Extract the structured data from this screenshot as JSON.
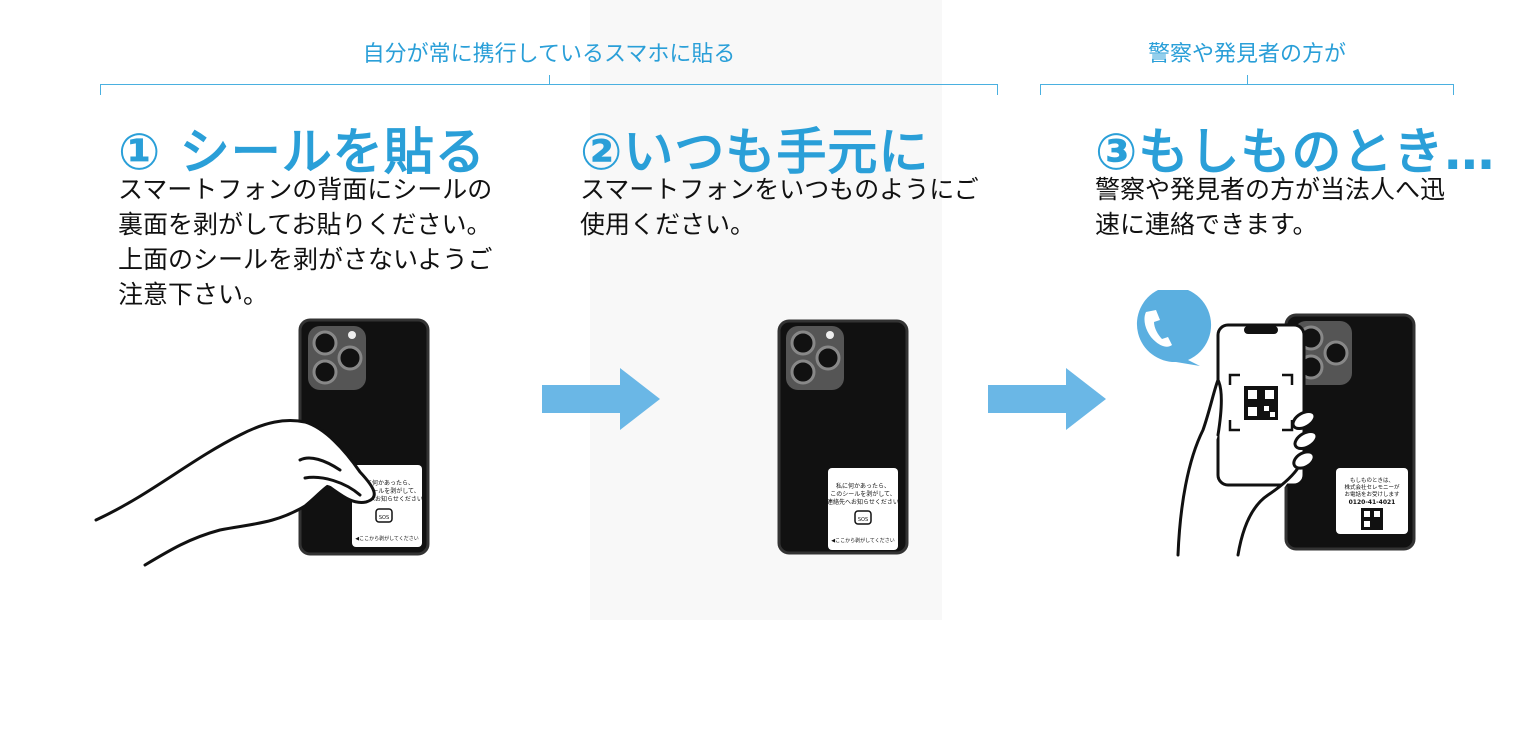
{
  "groups": {
    "left_title": "自分が常に携行しているスマホに貼る",
    "right_title": "警察や発見者の方が"
  },
  "steps": [
    {
      "title": "① シールを貼る",
      "desc": "スマートフォンの背面にシールの裏面を剥がしてお貼りください。上面のシールを剥がさないようご注意下さい。"
    },
    {
      "title": "②いつも手元に",
      "desc": "スマートフォンをいつものようにご使用ください。"
    },
    {
      "title": "③もしものとき…",
      "desc": "警察や発見者の方が当法人へ迅速に連絡できます。"
    }
  ],
  "sticker": {
    "line1": "私に何かあったら、",
    "line2": "このシールを剥がして、",
    "line3": "連絡先へお知らせください",
    "sos": "SOS",
    "footer": "◀ここから剥がしてください"
  },
  "sticker_back": {
    "line1": "もしものときは、",
    "line2": "株式会社セレモニーが",
    "line3": "お電話をお受けします",
    "phone": "0120-41-4021"
  },
  "colors": {
    "accent": "#2a9fd8",
    "arrow": "#6ab7e6",
    "phone": "#111111"
  },
  "icons": [
    "arrow-right-icon",
    "phone-call-icon",
    "qr-code-icon",
    "hand-icon"
  ]
}
